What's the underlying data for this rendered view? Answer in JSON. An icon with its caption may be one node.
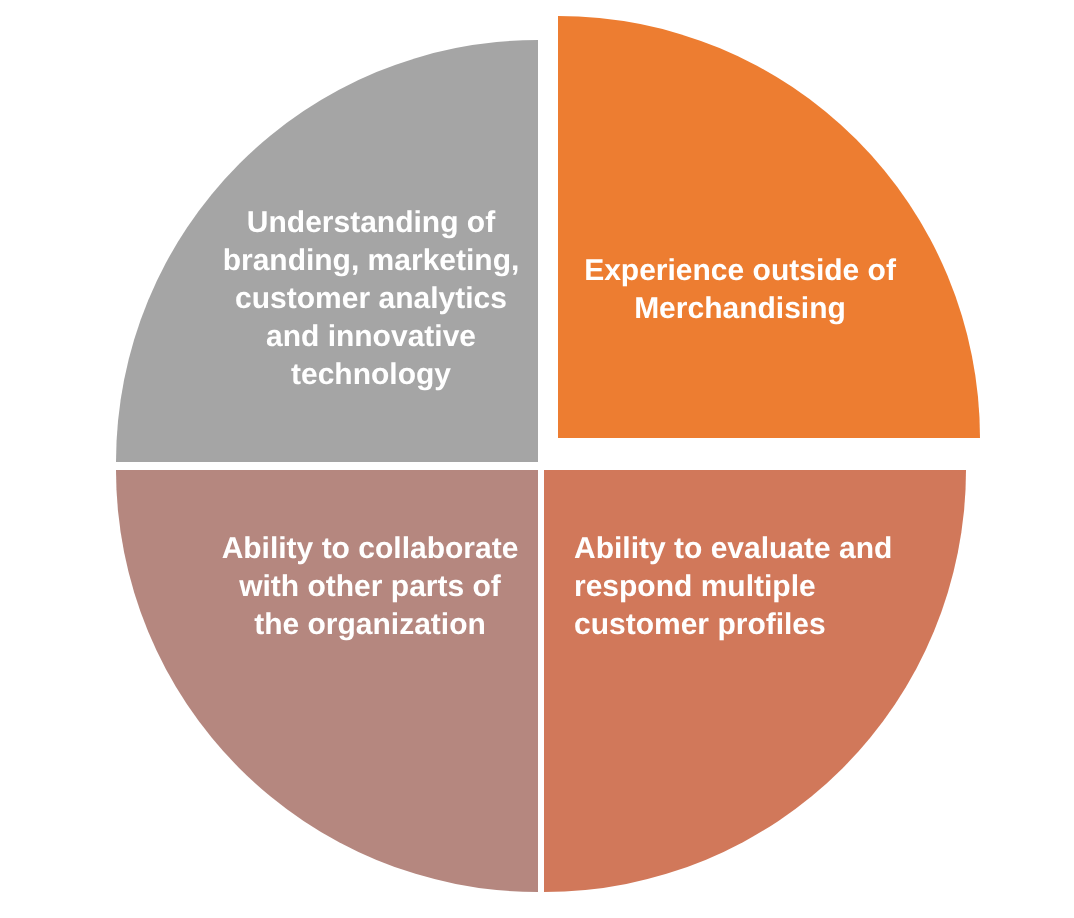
{
  "diagram": {
    "nodes": [
      {
        "text": [
          "Understanding of branding, marketing, customer analytics and innovative technology"
        ]
      },
      {
        "text": [
          "Experience outside of Merchandising"
        ]
      },
      {
        "text": [
          "Ability to collaborate with other parts of the organization"
        ]
      },
      {
        "text": [
          "Ability to evaluate and respond multiple customer profiles"
        ]
      }
    ]
  }
}
